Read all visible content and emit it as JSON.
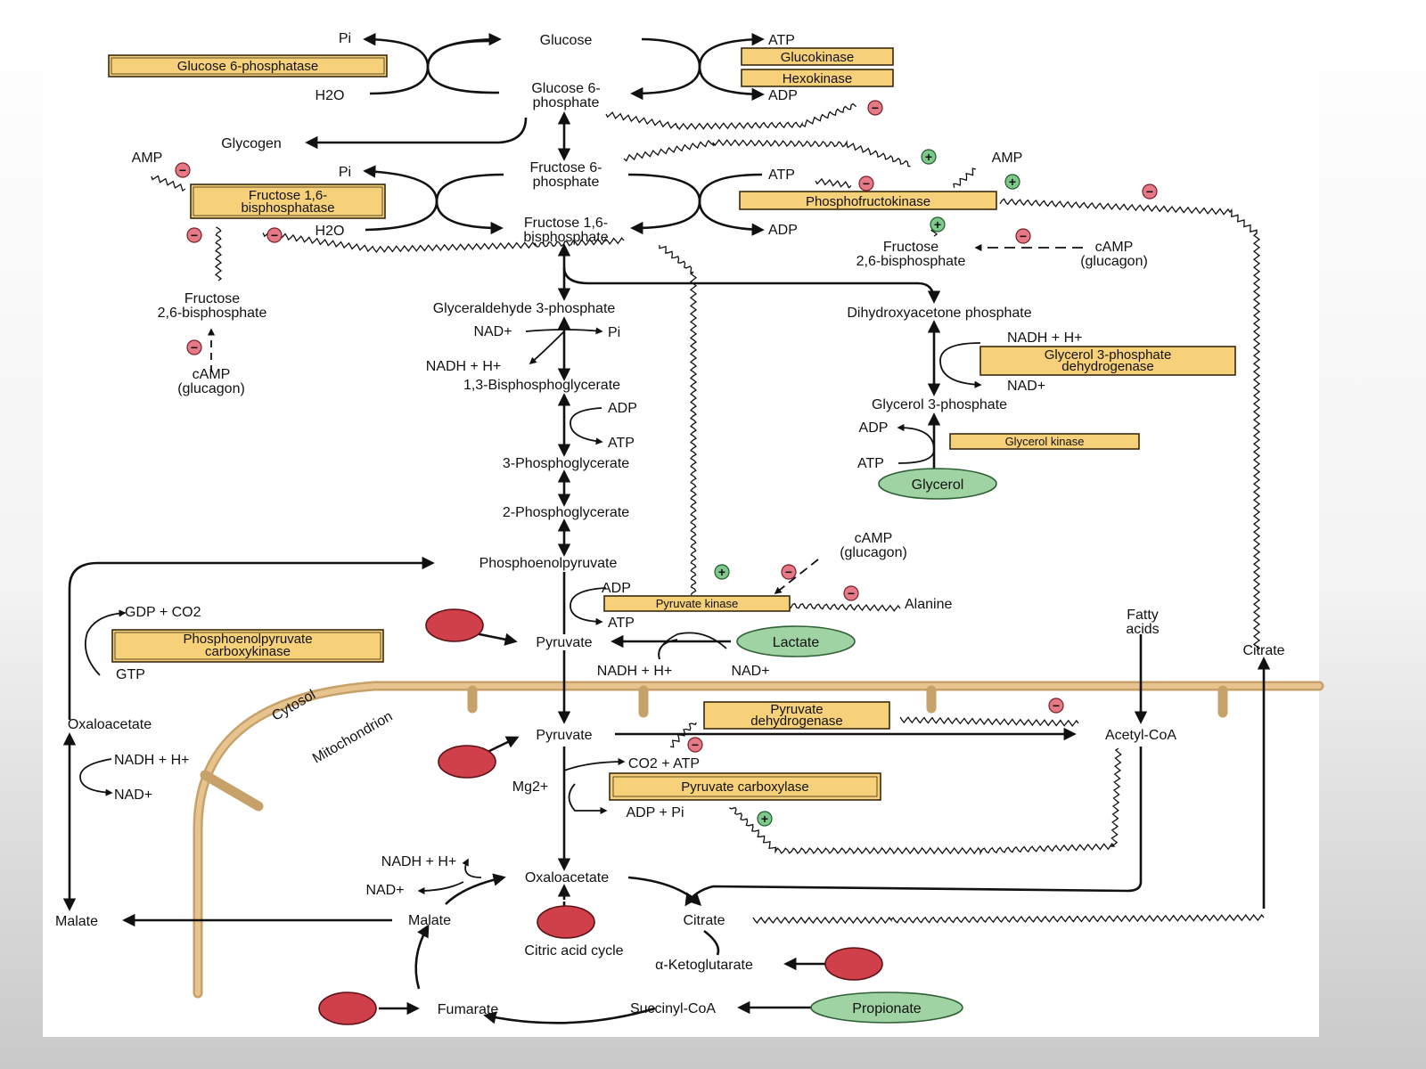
{
  "labels": {
    "pi_top": "Pi",
    "glucose": "Glucose",
    "atp_top": "ATP",
    "h2o_top": "H2O",
    "g6p": [
      "Glucose 6-",
      "phosphate"
    ],
    "adp_top": "ADP",
    "glycogen": "Glycogen",
    "amp_left": "AMP",
    "pi_mid": "Pi",
    "f6p": [
      "Fructose 6-",
      "phosphate"
    ],
    "atp_mid": "ATP",
    "amp_right": "AMP",
    "h2o_mid": "H2O",
    "f16bp": [
      "Fructose 1,6-",
      "bisphosphate"
    ],
    "adp_mid": "ADP",
    "f26bp_right": [
      "Fructose",
      "2,6-bisphosphate"
    ],
    "camp_right": [
      "cAMP",
      "(glucagon)"
    ],
    "f26bp_left": [
      "Fructose",
      "2,6-bisphosphate"
    ],
    "camp_left": [
      "cAMP",
      "(glucagon)"
    ],
    "g3p": "Glyceraldehyde 3-phosphate",
    "dhap": "Dihydroxyacetone phosphate",
    "nad_plus_1": "NAD+",
    "pi_g3p": "Pi",
    "nadh_1": "NADH + H+",
    "bpg13": "1,3-Bisphosphoglycerate",
    "adp_pgk": "ADP",
    "atp_pgk": "ATP",
    "pg3": "3-Phosphoglycerate",
    "pg2": "2-Phosphoglycerate",
    "pep": "Phosphoenolpyruvate",
    "nadh_glyc": "NADH + H+",
    "nad_glyc": "NAD+",
    "glycerol3p": "Glycerol 3-phosphate",
    "adp_glyc": "ADP",
    "atp_glyc": "ATP",
    "glycerol": "Glycerol",
    "camp_pk": [
      "cAMP",
      "(glucagon)"
    ],
    "adp_pk": "ADP",
    "atp_pk": "ATP",
    "alanine": "Alanine",
    "gdp_co2": "GDP + CO2",
    "gtp": "GTP",
    "pyruvate_cyto": "Pyruvate",
    "lactate": "Lactate",
    "nadh_lac": "NADH + H+",
    "nad_lac": "NAD+",
    "fatty_acids": [
      "Fatty",
      "acids"
    ],
    "citrate_right": "Citrate",
    "cytosol": "Cytosol",
    "mitochondrion": "Mitochondrion",
    "oaa_cyto": "Oxaloacetate",
    "pyruvate_mito": "Pyruvate",
    "acetyl_coa": "Acetyl-CoA",
    "nadh_mdh_c": "NADH + H+",
    "nad_mdh_c": "NAD+",
    "co2_atp": "CO2 + ATP",
    "mg": "Mg2+",
    "adp_pi": "ADP + Pi",
    "nadh_mdh_m": "NADH + H+",
    "nad_mdh_m": "NAD+",
    "oaa_mito": "Oxaloacetate",
    "malate_cyto": "Malate",
    "malate_mito": "Malate",
    "citrate_mito": "Citrate",
    "tca": "Citric acid cycle",
    "akg": "α-Ketoglutarate",
    "fumarate": "Fumarate",
    "succinyl": "Succinyl-CoA",
    "propionate": "Propionate"
  },
  "enzymes": {
    "g6pase": "Glucose 6-phosphatase",
    "glucokinase": "Glucokinase",
    "hexokinase": "Hexokinase",
    "fbpase": [
      "Fructose 1,6-",
      "bisphosphatase"
    ],
    "pfk": "Phosphofructokinase",
    "g3pdh": [
      "Glycerol 3-phosphate",
      "dehydrogenase"
    ],
    "glycerol_kinase": "Glycerol kinase",
    "pyruvate_kinase": "Pyruvate kinase",
    "pepck": [
      "Phosphoenolpyruvate",
      "carboxykinase"
    ],
    "pdh": [
      "Pyruvate",
      "dehydrogenase"
    ],
    "pyruvate_carboxylase": "Pyruvate carboxylase"
  },
  "signs": {
    "minus": "−",
    "plus": "+"
  },
  "colors": {
    "enzyme_fill": "#f6d17a",
    "membrane": "#c7a16a",
    "substrate_oval": "#9fd3a4",
    "entry_dot": "#d0404a"
  }
}
